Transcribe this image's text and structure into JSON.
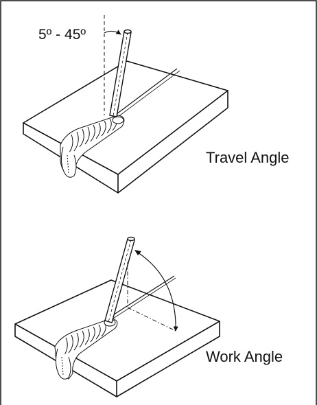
{
  "figure": {
    "top_panel": {
      "angle_range_label": "5º - 45º",
      "caption": "Travel Angle"
    },
    "bottom_panel": {
      "caption": "Work Angle"
    }
  }
}
